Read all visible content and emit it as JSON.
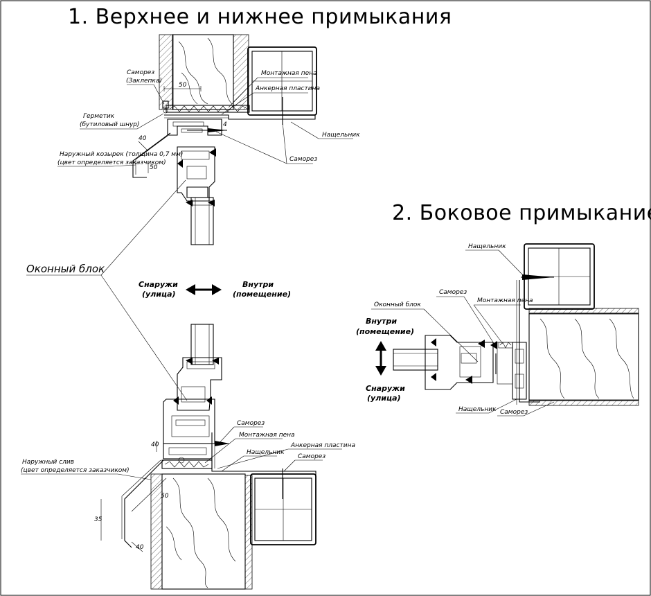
{
  "sections": {
    "top_bottom": {
      "title": "1. Верхнее и нижнее примыкания"
    },
    "side": {
      "title": "2. Боковое примыкание"
    }
  },
  "top_callouts": {
    "sanorez_zaklepka": "Саморез",
    "sanorez_zaklepka_2": "(Заклепка)",
    "montazhnaya_pena": "Монтажная пена",
    "ankernaya_plastina": "Анкерная пластина",
    "germetik": "Герметик",
    "germetik_2": "(бутиловый шнур)",
    "nashchelnik": "Нащельник",
    "kozyrek": "Наружный козырек (толщина 0,7 мм)",
    "kozyrek_2": "(цвет определяется заказчиком)",
    "sanorez_right": "Саморез"
  },
  "center": {
    "okonny_blok": "Оконный блок",
    "outside": "Снаружи",
    "outside_2": "(улица)",
    "inside": "Внутри",
    "inside_2": "(помещение)"
  },
  "bottom_callouts": {
    "sanorez": "Саморез",
    "montazhnaya_pena": "Монтажная пена",
    "ankernaya_plastina": "Анкерная пластина",
    "nashchelnik": "Нащельник",
    "sanorez_right": "Саморез",
    "sliv": "Наружный слив",
    "sliv_2": "(цвет определяется заказчиком)"
  },
  "side_callouts": {
    "nashchelnik_top": "Нащельник",
    "sanorez": "Саморез",
    "montazhnaya_pena": "Монтажная пена",
    "okonny_blok": "Оконный блок",
    "inside": "Внутри",
    "inside_2": "(помещение)",
    "outside": "Снаружи",
    "outside_2": "(улица)",
    "nashchelnik_bottom": "Нащельник",
    "sanorez_bottom": "Саморез"
  },
  "dimensions": {
    "top_d1": "50",
    "top_d2": "40",
    "top_d3": "50",
    "top_d4": "4",
    "bottom_d1": "40",
    "bottom_d2": "50",
    "bottom_d3": "35",
    "bottom_d4": "40"
  }
}
